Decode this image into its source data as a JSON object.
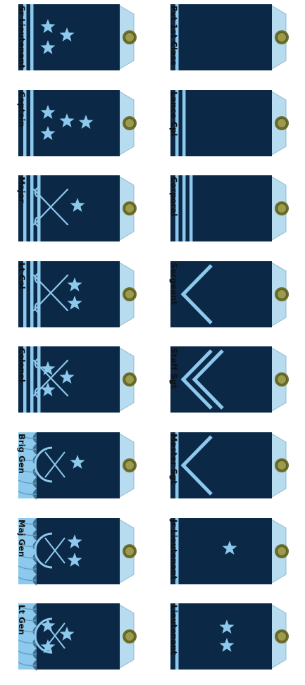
{
  "colors": {
    "board": "#0b2847",
    "stripe": "#8dc9ec",
    "tab": "#b7dcef",
    "button_outer": "#6d6d2a",
    "button_inner": "#9b9b4e"
  },
  "columns": [
    {
      "ranks": [
        {
          "label": "Sr Lieutenant",
          "insignia": [
            "stripes-2",
            "stars-3"
          ]
        },
        {
          "label": "Captain",
          "insignia": [
            "stripes-2",
            "stars-4"
          ]
        },
        {
          "label": "Major",
          "insignia": [
            "stripes-3",
            "swords",
            "stars-1"
          ]
        },
        {
          "label": "Lt Col",
          "insignia": [
            "stripes-3",
            "swords",
            "stars-2"
          ]
        },
        {
          "label": "Colonel",
          "insignia": [
            "stripes-3",
            "swords",
            "stars-3"
          ]
        },
        {
          "label": "Brig Gen",
          "insignia": [
            "braid",
            "wreath",
            "stars-1"
          ]
        },
        {
          "label": "Maj Gen",
          "insignia": [
            "braid",
            "wreath",
            "stars-2"
          ]
        },
        {
          "label": "Lt Gen",
          "insignia": [
            "braid",
            "wreath",
            "stars-3"
          ]
        }
      ]
    },
    {
      "ranks": [
        {
          "label": "Pvt 1st Class",
          "insignia": [
            "stripes-1"
          ]
        },
        {
          "label": "Lance Cpl",
          "insignia": [
            "stripes-2"
          ]
        },
        {
          "label": "Corporal",
          "insignia": [
            "stripes-3"
          ]
        },
        {
          "label": "Sergeant",
          "insignia": [
            "chevron-1"
          ]
        },
        {
          "label": "Staff Sgt",
          "insignia": [
            "chevron-2"
          ]
        },
        {
          "label": "Master Sgt",
          "insignia": [
            "chevron-1",
            "stripes-1"
          ]
        },
        {
          "label": "Jr Lieutenant",
          "insignia": [
            "stripes-1",
            "stars-1"
          ]
        },
        {
          "label": "Lieutenant",
          "insignia": [
            "stripes-1",
            "stars-2"
          ]
        }
      ]
    }
  ]
}
